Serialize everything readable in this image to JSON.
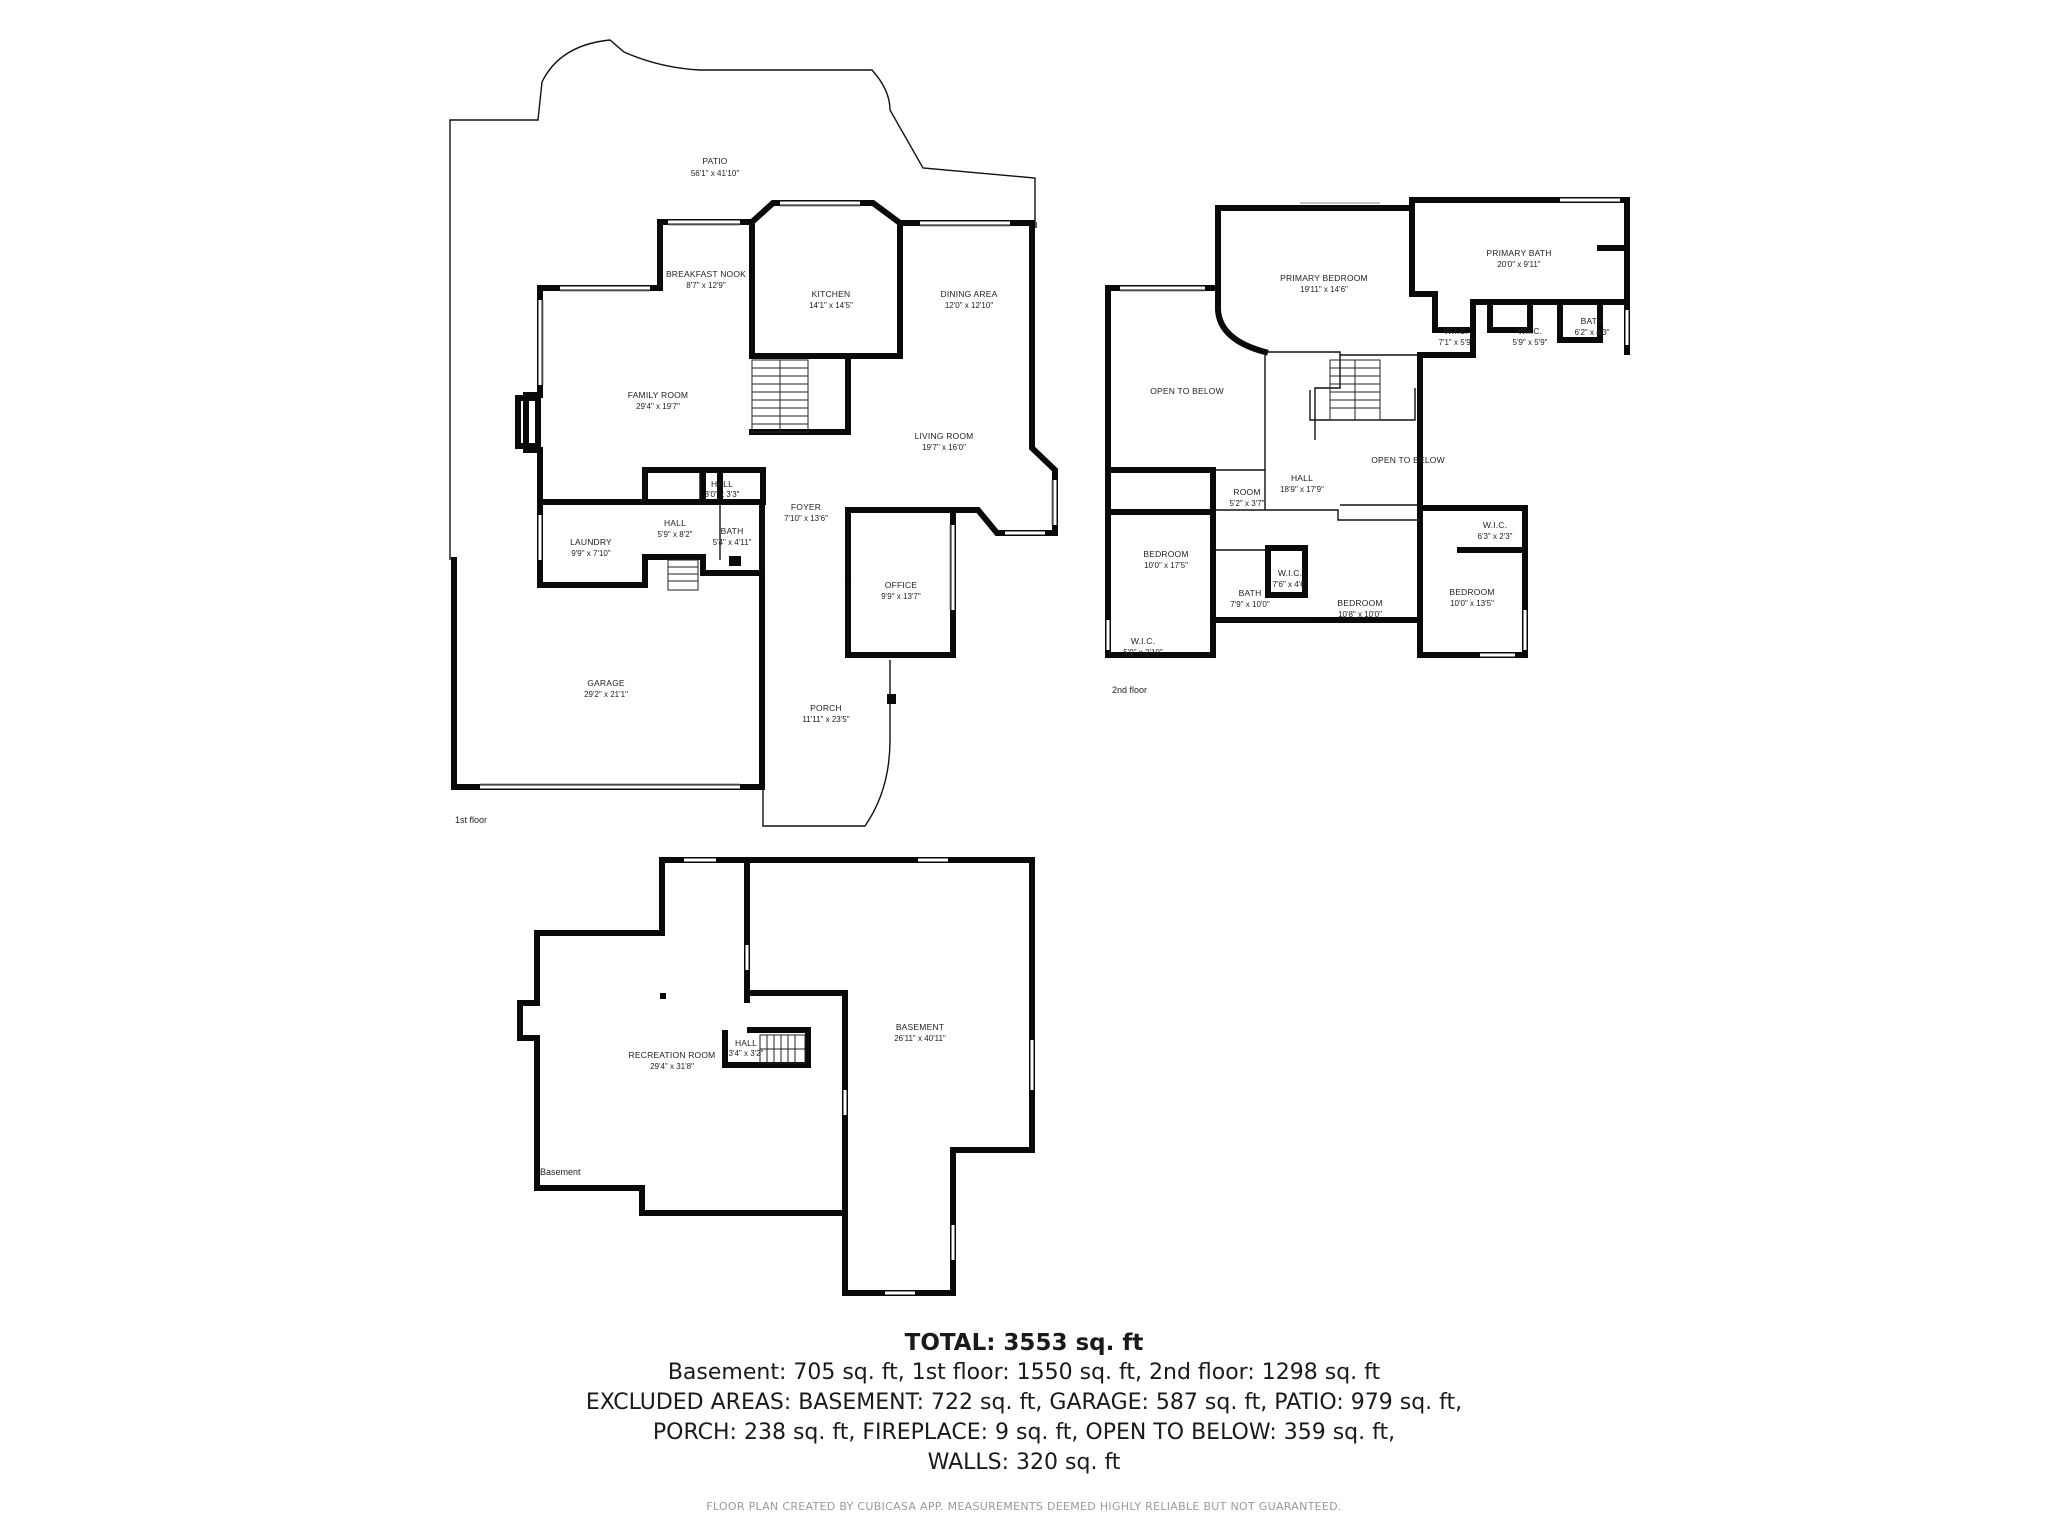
{
  "floors": {
    "first": {
      "label": "1st floor"
    },
    "second": {
      "label": "2nd floor"
    },
    "basement": {
      "label": "Basement"
    }
  },
  "rooms": {
    "patio": {
      "name": "PATIO",
      "dim": "56'1\" x 41'10\""
    },
    "breakfast": {
      "name": "BREAKFAST NOOK",
      "dim": "8'7\" x 12'9\""
    },
    "kitchen": {
      "name": "KITCHEN",
      "dim": "14'1\" x 14'5\""
    },
    "dining": {
      "name": "DINING AREA",
      "dim": "12'0\" x 12'10\""
    },
    "family": {
      "name": "FAMILY ROOM",
      "dim": "29'4\" x 19'7\""
    },
    "living": {
      "name": "LIVING ROOM",
      "dim": "19'7\" x 16'0\""
    },
    "hall_small": {
      "name": "HALL",
      "dim": "3'0\" x 3'3\""
    },
    "foyer": {
      "name": "FOYER",
      "dim": "7'10\" x 13'6\""
    },
    "laundry": {
      "name": "LAUNDRY",
      "dim": "9'9\" x 7'10\""
    },
    "hall1": {
      "name": "HALL",
      "dim": "5'9\" x 8'2\""
    },
    "bath1": {
      "name": "BATH",
      "dim": "5'4\" x 4'11\""
    },
    "office": {
      "name": "OFFICE",
      "dim": "9'9\" x 13'7\""
    },
    "garage": {
      "name": "GARAGE",
      "dim": "29'2\" x 21'1\""
    },
    "porch": {
      "name": "PORCH",
      "dim": "11'11\" x 23'5\""
    },
    "primary_bed": {
      "name": "PRIMARY BEDROOM",
      "dim": "19'11\" x 14'6\""
    },
    "primary_bath": {
      "name": "PRIMARY BATH",
      "dim": "20'0\" x 9'11\""
    },
    "wic1": {
      "name": "W.I.C.",
      "dim": "7'1\" x 5'9\""
    },
    "wic2": {
      "name": "W.I.C.",
      "dim": "5'9\" x 5'9\""
    },
    "bath2": {
      "name": "BATH",
      "dim": "6'2\" x 4'3\""
    },
    "open1": {
      "name": "OPEN TO BELOW",
      "dim": ""
    },
    "open2": {
      "name": "OPEN TO BELOW",
      "dim": ""
    },
    "room": {
      "name": "ROOM",
      "dim": "5'2\" x 3'7\""
    },
    "hall2": {
      "name": "HALL",
      "dim": "18'9\" x 17'9\""
    },
    "bed_left": {
      "name": "BEDROOM",
      "dim": "10'0\" x 17'5\""
    },
    "bath3": {
      "name": "BATH",
      "dim": "7'9\" x 10'0\""
    },
    "wic3": {
      "name": "W.I.C.",
      "dim": "7'6\" x 4'6\""
    },
    "bed_mid": {
      "name": "BEDROOM",
      "dim": "10'8\" x 10'0\""
    },
    "bed_right": {
      "name": "BEDROOM",
      "dim": "10'0\" x 13'5\""
    },
    "wic4": {
      "name": "W.I.C.",
      "dim": "6'3\" x 2'3\""
    },
    "wic5": {
      "name": "W.I.C.",
      "dim": "5'9\" x 2'10\""
    },
    "rec": {
      "name": "RECREATION ROOM",
      "dim": "29'4\" x 31'8\""
    },
    "hall_b": {
      "name": "HALL",
      "dim": "3'4\" x 3'2\""
    },
    "basement": {
      "name": "BASEMENT",
      "dim": "26'11\" x 40'11\""
    }
  },
  "summary": {
    "total": "TOTAL: 3553 sq. ft",
    "line1": "Basement: 705 sq. ft, 1st floor: 1550 sq. ft, 2nd floor: 1298 sq. ft",
    "line2": "EXCLUDED AREAS: BASEMENT: 722 sq. ft, GARAGE: 587 sq. ft, PATIO: 979 sq. ft,",
    "line3": "PORCH: 238 sq. ft, FIREPLACE: 9 sq. ft, OPEN TO BELOW: 359 sq. ft,",
    "line4": "WALLS: 320 sq. ft"
  },
  "footer": "FLOOR PLAN CREATED BY CUBICASA APP. MEASUREMENTS DEEMED HIGHLY RELIABLE BUT NOT GUARANTEED."
}
